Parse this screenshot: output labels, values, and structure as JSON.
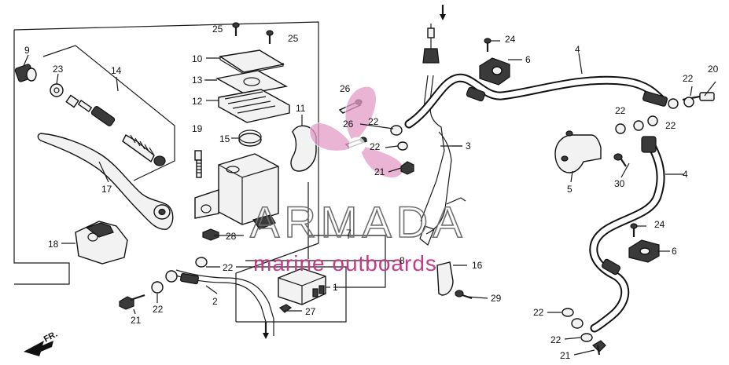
{
  "diagram": {
    "callouts": [
      {
        "id": "c9",
        "text": "9"
      },
      {
        "id": "c23",
        "text": "23"
      },
      {
        "id": "c14",
        "text": "14"
      },
      {
        "id": "c17",
        "text": "17"
      },
      {
        "id": "c18",
        "text": "18"
      },
      {
        "id": "c25a",
        "text": "25"
      },
      {
        "id": "c25b",
        "text": "25"
      },
      {
        "id": "c10",
        "text": "10"
      },
      {
        "id": "c13",
        "text": "13"
      },
      {
        "id": "c12",
        "text": "12"
      },
      {
        "id": "c15",
        "text": "15"
      },
      {
        "id": "c19",
        "text": "19"
      },
      {
        "id": "c11",
        "text": "11"
      },
      {
        "id": "c28",
        "text": "28"
      },
      {
        "id": "c26a",
        "text": "26"
      },
      {
        "id": "c26b",
        "text": "26"
      },
      {
        "id": "c22a",
        "text": "22"
      },
      {
        "id": "c22b",
        "text": "22"
      },
      {
        "id": "c21a",
        "text": "21"
      },
      {
        "id": "c3",
        "text": "3"
      },
      {
        "id": "c24a",
        "text": "24"
      },
      {
        "id": "c6a",
        "text": "6"
      },
      {
        "id": "c4a",
        "text": "4"
      },
      {
        "id": "c22c",
        "text": "22"
      },
      {
        "id": "c20",
        "text": "20"
      },
      {
        "id": "c22d",
        "text": "22"
      },
      {
        "id": "c22e",
        "text": "22"
      },
      {
        "id": "c5",
        "text": "5"
      },
      {
        "id": "c30",
        "text": "30"
      },
      {
        "id": "c4b",
        "text": "4"
      },
      {
        "id": "c24b",
        "text": "24"
      },
      {
        "id": "c6b",
        "text": "6"
      },
      {
        "id": "c7",
        "text": "7"
      },
      {
        "id": "c8",
        "text": "8"
      },
      {
        "id": "c16",
        "text": "16"
      },
      {
        "id": "c29",
        "text": "29"
      },
      {
        "id": "c1",
        "text": "1"
      },
      {
        "id": "c27",
        "text": "27"
      },
      {
        "id": "c22f",
        "text": "22"
      },
      {
        "id": "c2",
        "text": "2"
      },
      {
        "id": "c21b",
        "text": "21"
      },
      {
        "id": "c22g",
        "text": "22"
      },
      {
        "id": "c22h",
        "text": "22"
      },
      {
        "id": "c22i",
        "text": "22"
      },
      {
        "id": "c21c",
        "text": "21"
      }
    ],
    "direction_marker": "FR.",
    "watermark": {
      "brand": "ARMADA",
      "tagline": "marine outboards",
      "logo_color": "#e49bc8",
      "tagline_color": "#c33c8a"
    }
  }
}
